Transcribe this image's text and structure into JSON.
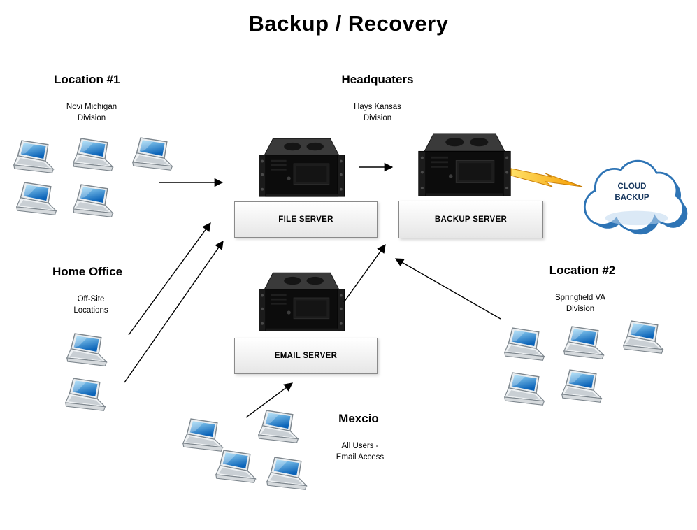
{
  "title": "Backup / Recovery",
  "groups": {
    "location1": {
      "heading": "Location #1",
      "subtitle": "Novi Michigan\nDivision"
    },
    "headquarters": {
      "heading": "Headquaters",
      "subtitle": "Hays Kansas\nDivision"
    },
    "home_office": {
      "heading": "Home Office",
      "subtitle": "Off-Site\nLocations"
    },
    "location2": {
      "heading": "Location #2",
      "subtitle": "Springfield VA\nDivision"
    },
    "mexcio": {
      "heading": "Mexcio",
      "subtitle": "All Users -\nEmail Access"
    }
  },
  "servers": {
    "file": {
      "label": "FILE SERVER"
    },
    "backup": {
      "label": "BACKUP SERVER"
    },
    "email": {
      "label": "EMAIL SERVER"
    }
  },
  "cloud": {
    "label": "CLOUD\nBACKUP"
  },
  "colors": {
    "cloud_outline": "#2E74B5",
    "bolt_orange": "#F59B00",
    "laptop_screen_blue": "#0B63B8",
    "server_black": "#0C0C0C"
  }
}
